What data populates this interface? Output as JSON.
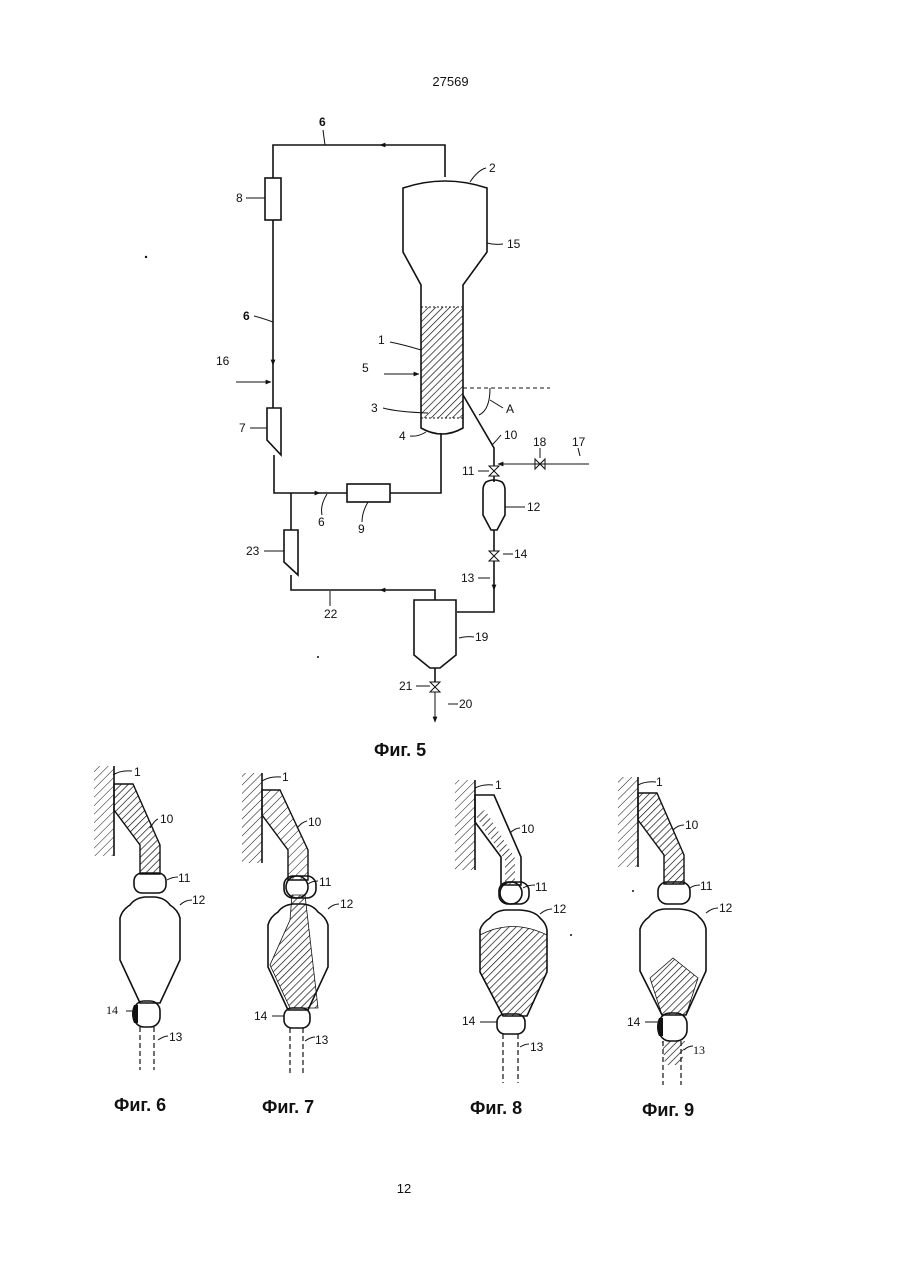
{
  "page": {
    "top_number": "27569",
    "bottom_number": "12"
  },
  "fig5": {
    "caption": "Фиг. 5",
    "labels": {
      "l1": "1",
      "l2": "2",
      "l3": "3",
      "l4": "4",
      "l5": "5",
      "l6a": "6",
      "l6b": "6",
      "l6c": "6",
      "l7": "7",
      "l8": "8",
      "l9": "9",
      "l10": "10",
      "l11": "11",
      "l12": "12",
      "l13": "13",
      "l14": "14",
      "l15": "15",
      "l16": "16",
      "l17": "17",
      "l18": "18",
      "l19": "19",
      "l20": "20",
      "l21": "21",
      "l22": "22",
      "l23": "23",
      "lA": "A"
    }
  },
  "fig6": {
    "caption": "Фиг. 6",
    "labels": {
      "l1": "1",
      "l10": "10",
      "l11": "11",
      "l12": "12",
      "l13": "13",
      "l14": "14"
    }
  },
  "fig7": {
    "caption": "Фиг. 7",
    "labels": {
      "l1": "1",
      "l10": "10",
      "l11": "11",
      "l12": "12",
      "l13": "13",
      "l14": "14"
    }
  },
  "fig8": {
    "caption": "Фиг. 8",
    "labels": {
      "l1": "1",
      "l10": "10",
      "l11": "11",
      "l12": "12",
      "l13": "13",
      "l14": "14"
    }
  },
  "fig9": {
    "caption": "Фиг. 9",
    "labels": {
      "l1": "1",
      "l10": "10",
      "l11": "11",
      "l12": "12",
      "l13": "13",
      "l14": "14"
    }
  },
  "colors": {
    "ink": "#111111",
    "paper": "#ffffff"
  }
}
